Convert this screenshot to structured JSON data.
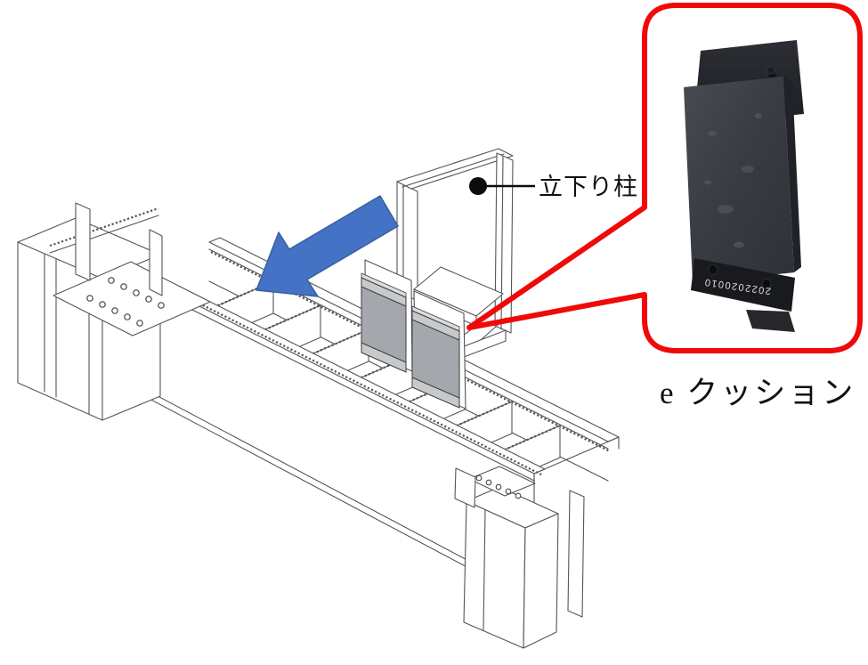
{
  "figure": {
    "column_label": "立下り柱",
    "cushion_caption": "e クッション",
    "cushion_serial": "2022020010"
  },
  "colors": {
    "arrow_blue": "#4472c4",
    "arrow_blue_border": "#3a5f9e",
    "callout_red": "#f10808",
    "pad_gray": "#a4a7ab",
    "pad_gray_light": "#c7c9cb",
    "drawing_line": "#55555a"
  }
}
